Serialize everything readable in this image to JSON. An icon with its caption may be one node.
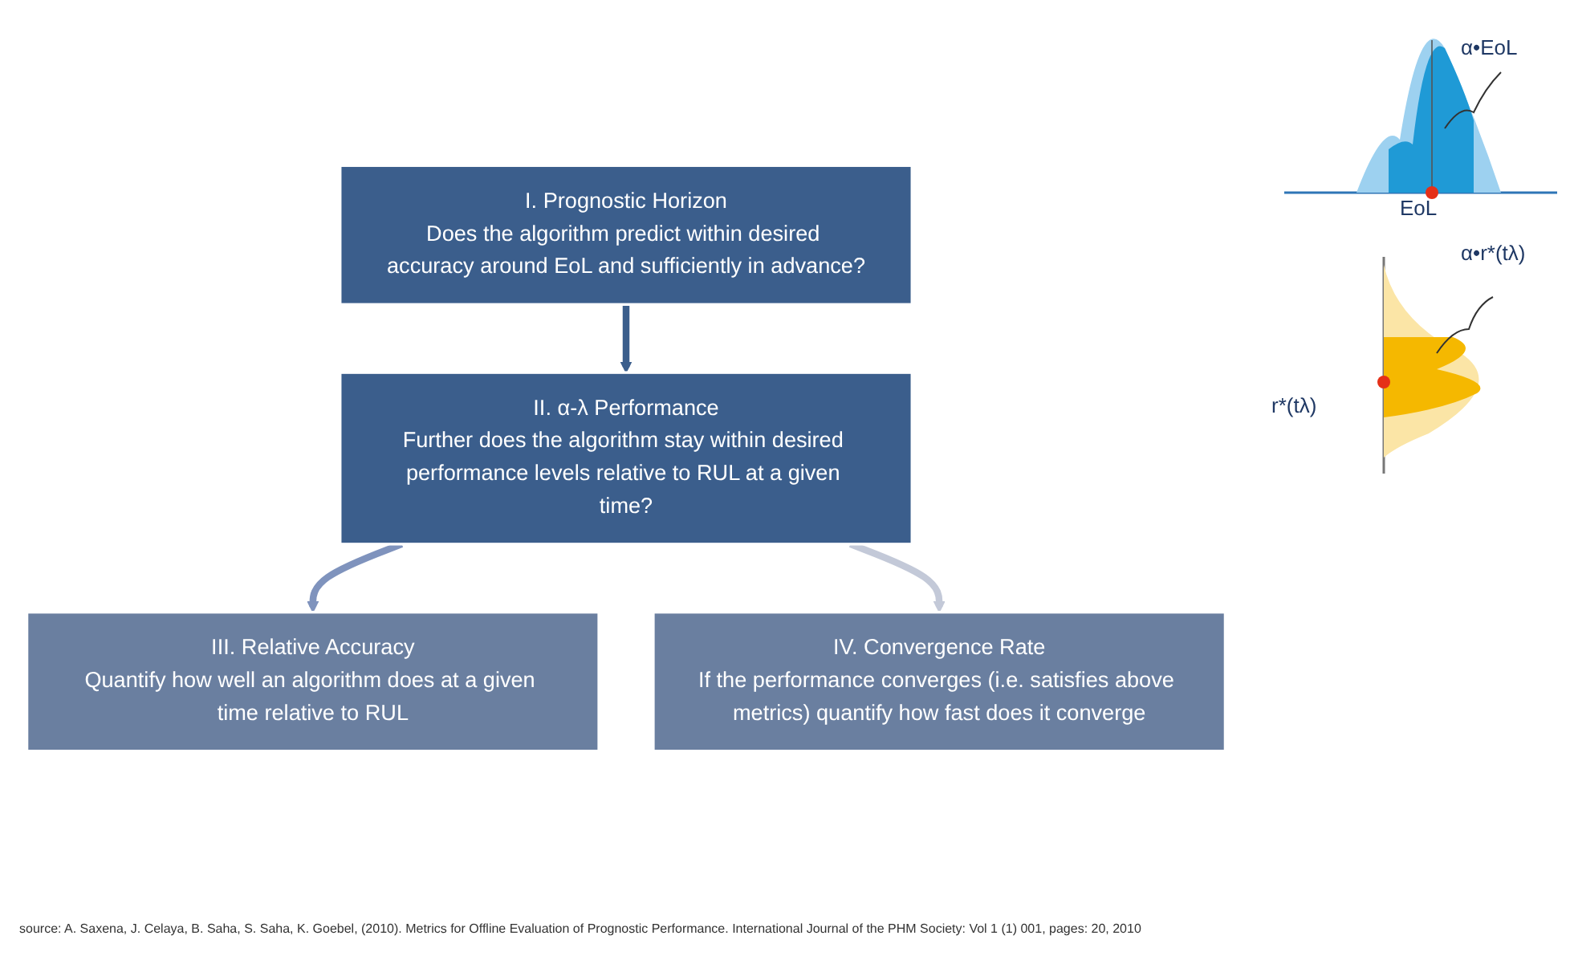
{
  "diagram": {
    "caption": "source: A. Saxena, J. Celaya, B. Saha, S. Saha, K. Goebel, (2010). Metrics for Offline Evaluation of Prognostic Performance. International Journal of the PHM Society: Vol 1 (1) 001, pages: 20, 2010",
    "nodes": [
      {
        "text": [
          "I. Prognostic Horizon",
          "Does the algorithm predict within desired accuracy around EoL and sufficiently in advance?"
        ]
      },
      {
        "text": [
          "II. α-λ Performance",
          "Further does the algorithm stay within desired performance levels relative to RUL at a given time?"
        ]
      },
      {
        "text": [
          "III. Relative Accuracy",
          "Quantify how well an algorithm does at a given time relative to RUL"
        ]
      },
      {
        "text": [
          "IV. Convergence Rate",
          "If the performance converges (i.e. satisfies above metrics) quantify how fast does it converge"
        ]
      }
    ],
    "edges": [
      {
        "from": 0,
        "to": 1,
        "arrow": "to"
      },
      {
        "from": 1,
        "to": 2,
        "arrow": "to",
        "color": "#7f93bd"
      },
      {
        "from": 1,
        "to": 3,
        "arrow": "to",
        "color": "#c3c9d8"
      }
    ],
    "labels": [
      "α•EoL",
      "EoL",
      "α•r*(tλ)",
      "r*(tλ)"
    ]
  }
}
